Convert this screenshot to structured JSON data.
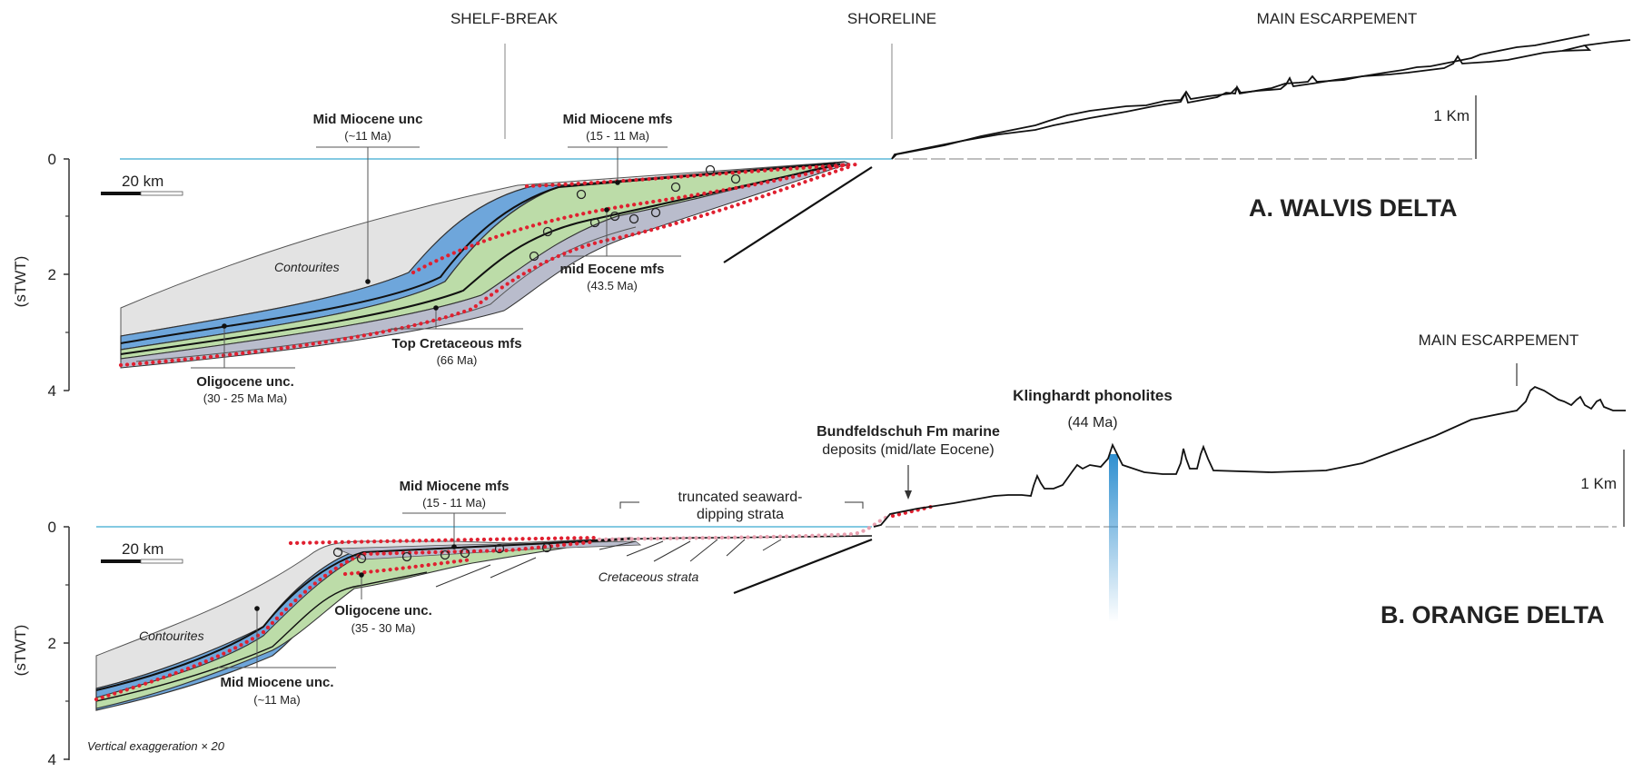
{
  "top_labels": {
    "shelf_break": "SHELF-BREAK",
    "shoreline": "SHORELINE",
    "main_escarpement_a": "MAIN ESCARPEMENT",
    "main_escarpement_b": "MAIN ESCARPEMENT"
  },
  "axis": {
    "ylabel": "(sTWT)",
    "ticks": [
      "0",
      "2",
      "4"
    ]
  },
  "scale": {
    "km": "20 km",
    "vertical": "1 Km"
  },
  "panel_a": {
    "title": "A. WALVIS DELTA",
    "contourites": "Contourites",
    "mid_miocene_unc": "Mid Miocene unc",
    "mid_miocene_unc_age": "(~11 Ma)",
    "mid_miocene_mfs": "Mid Miocene mfs",
    "mid_miocene_mfs_age": "(15 - 11 Ma)",
    "mid_eocene_mfs": "mid Eocene mfs",
    "mid_eocene_mfs_age": "(43.5 Ma)",
    "top_cretaceous_mfs": "Top Cretaceous mfs",
    "top_cretaceous_mfs_age": "(66 Ma)",
    "oligocene_unc": "Oligocene unc.",
    "oligocene_unc_age": "(30 - 25 Ma Ma)"
  },
  "panel_b": {
    "title": "B. ORANGE DELTA",
    "contourites": "Contourites",
    "mid_miocene_mfs": "Mid Miocene mfs",
    "mid_miocene_mfs_age": "(15 - 11 Ma)",
    "truncated_1": "truncated seaward-",
    "truncated_2": "dipping strata",
    "cretaceous_strata": "Cretaceous strata",
    "oligocene_unc": "Oligocene unc.",
    "oligocene_unc_age": "(35 - 30 Ma)",
    "mid_miocene_unc": "Mid Miocene unc.",
    "mid_miocene_unc_age": "(~11 Ma)",
    "bundfeldschuh_1": "Bundfeldschuh Fm marine",
    "bundfeldschuh_2": "deposits (mid/late Eocene)",
    "klinghardt": "Klinghardt phonolites",
    "klinghardt_age": "(44 Ma)",
    "vertical_exaggeration": "Vertical exaggeration × 20"
  },
  "colors": {
    "sea_level": "#5bb8d8",
    "contourites_fill": "#e3e3e3",
    "blue_unit": "#6ea6db",
    "green_unit": "#bcdca8",
    "grey_unit": "#b9bccc",
    "red_dots": "#e02030",
    "pink_dots": "#e8a0b0",
    "phonolite": "#3a9fd8"
  }
}
